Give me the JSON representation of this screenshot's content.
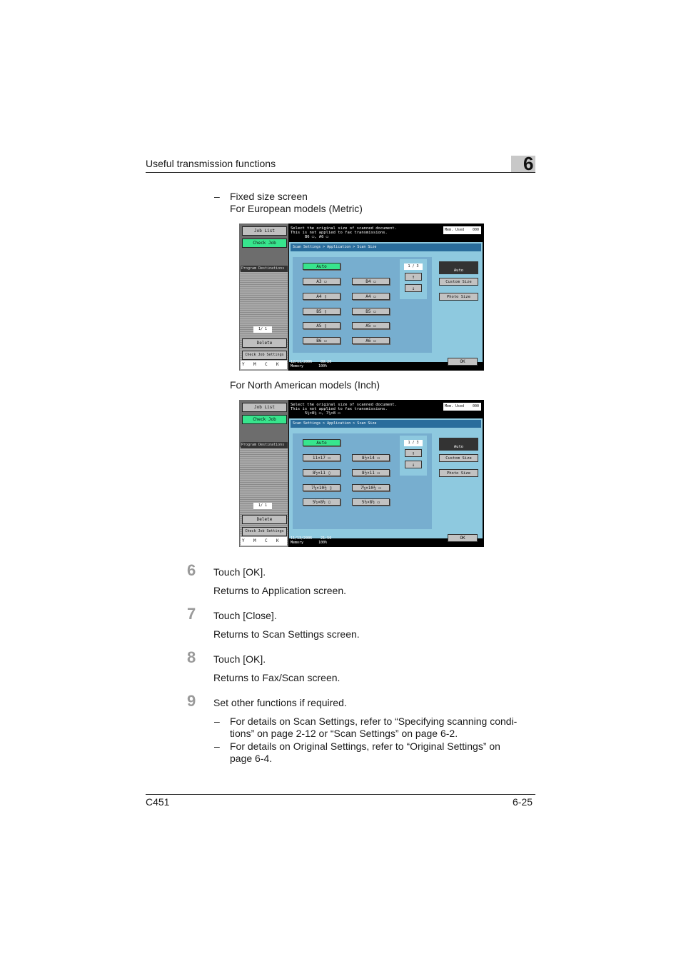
{
  "header": {
    "title": "Useful transmission functions",
    "chapter": "6"
  },
  "intro": {
    "item1_dash": "–",
    "item1_line1": "Fixed size screen",
    "item1_line2": "For European models (Metric)",
    "caption2": "For North American models (Inch)"
  },
  "screen_common": {
    "job_list": "Job List",
    "check_job": "Check Job",
    "destinations": "Program Destinations",
    "pager": "1/ 1",
    "delete": "Delete",
    "check_job_settings": "Check Job Settings",
    "cmyk": [
      "Y",
      "M",
      "C",
      "K"
    ],
    "memory_label": "Mem. Used",
    "memory_value": "000",
    "message_line1": "Select the original size of scanned document.",
    "message_line2": "This is not applied to fax transmissions.",
    "breadcrumb": "Scan Settings > Application > Scan Size",
    "auto_button": "Auto",
    "auto_right": "Auto",
    "custom_size": "Custom Size",
    "photo_size": "Photo Size",
    "page_indicator": "1 / 3",
    "arrow_up": "↑",
    "arrow_down": "↓",
    "memory_bottom": "Memory",
    "memory_pct": "100%",
    "ok": "OK"
  },
  "screen_metric": {
    "message_line3": "B6 ▭, A6 ▭",
    "sizes": [
      [
        "A3 ▭",
        "B4 ▭"
      ],
      [
        "A4 ▯",
        "A4 ▭"
      ],
      [
        "B5 ▯",
        "B5 ▭"
      ],
      [
        "A5 ▯",
        "A5 ▭"
      ],
      [
        "B6 ▭",
        "A6 ▭"
      ]
    ],
    "datetime": "12/11/2006",
    "time": "09:26"
  },
  "screen_inch": {
    "message_line3": "5½×8½ ▭, 7¼×8 ▭",
    "sizes": [
      [
        "11×17 ▭",
        "8½×14 ▭"
      ],
      [
        "8½×11 ▯",
        "8½×11 ▭"
      ],
      [
        "7¼×10½ ▯",
        "7¼×10½ ▭"
      ],
      [
        "5½×8½ ▯",
        "5½×8½ ▭"
      ]
    ],
    "datetime": "11/13/2006",
    "time": "21:56"
  },
  "steps": [
    {
      "num": "6",
      "text": "Touch [OK].",
      "result": "Returns to Application screen."
    },
    {
      "num": "7",
      "text": "Touch [Close].",
      "result": "Returns to Scan Settings screen."
    },
    {
      "num": "8",
      "text": "Touch [OK].",
      "result": "Returns to Fax/Scan screen."
    },
    {
      "num": "9",
      "text": "Set other functions if required."
    }
  ],
  "details": {
    "dash": "–",
    "d1_line1": "For details on Scan Settings, refer to “Specifying scanning condi-",
    "d1_line2": "tions” on page 2-12 or “Scan Settings” on page 6-2.",
    "d2_line1": "For details on Original Settings, refer to “Original Settings” on",
    "d2_line2": "page 6-4."
  },
  "footer": {
    "model": "C451",
    "page": "6-25"
  }
}
